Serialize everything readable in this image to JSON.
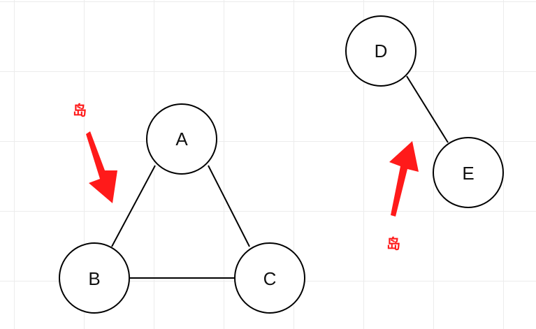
{
  "graph": {
    "nodes": [
      {
        "id": "A",
        "label": "A"
      },
      {
        "id": "B",
        "label": "B"
      },
      {
        "id": "C",
        "label": "C"
      },
      {
        "id": "D",
        "label": "D"
      },
      {
        "id": "E",
        "label": "E"
      }
    ],
    "edges": [
      [
        "A",
        "B"
      ],
      [
        "A",
        "C"
      ],
      [
        "B",
        "C"
      ],
      [
        "D",
        "E"
      ]
    ]
  },
  "annotations": {
    "left_label": "岛",
    "right_label": "岛",
    "color": "#ff1a1a"
  }
}
